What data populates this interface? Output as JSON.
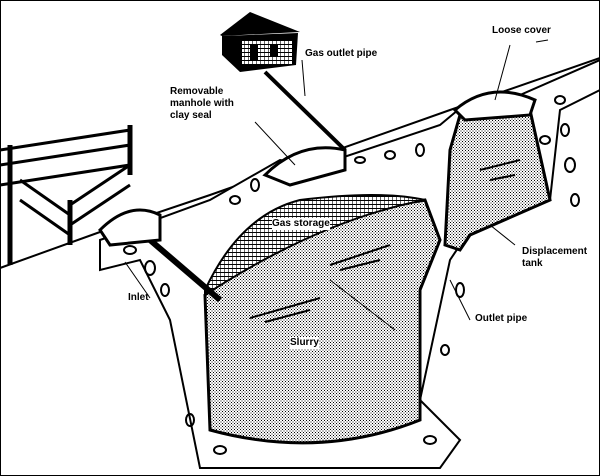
{
  "title": "Biogas digester diagram",
  "labels": {
    "gas_outlet_pipe": "Gas outlet pipe",
    "loose_cover": "Loose cover",
    "manhole": "Removable\nmanhole with\nclay seal",
    "gas_storage": "Gas storage",
    "displacement_tank": "Displacement\ntank",
    "outlet_pipe": "Outlet pipe",
    "slurry": "Slurry",
    "inlet": "Inlet"
  },
  "colors": {
    "ink": "#000000",
    "fill": "#ffffff"
  }
}
